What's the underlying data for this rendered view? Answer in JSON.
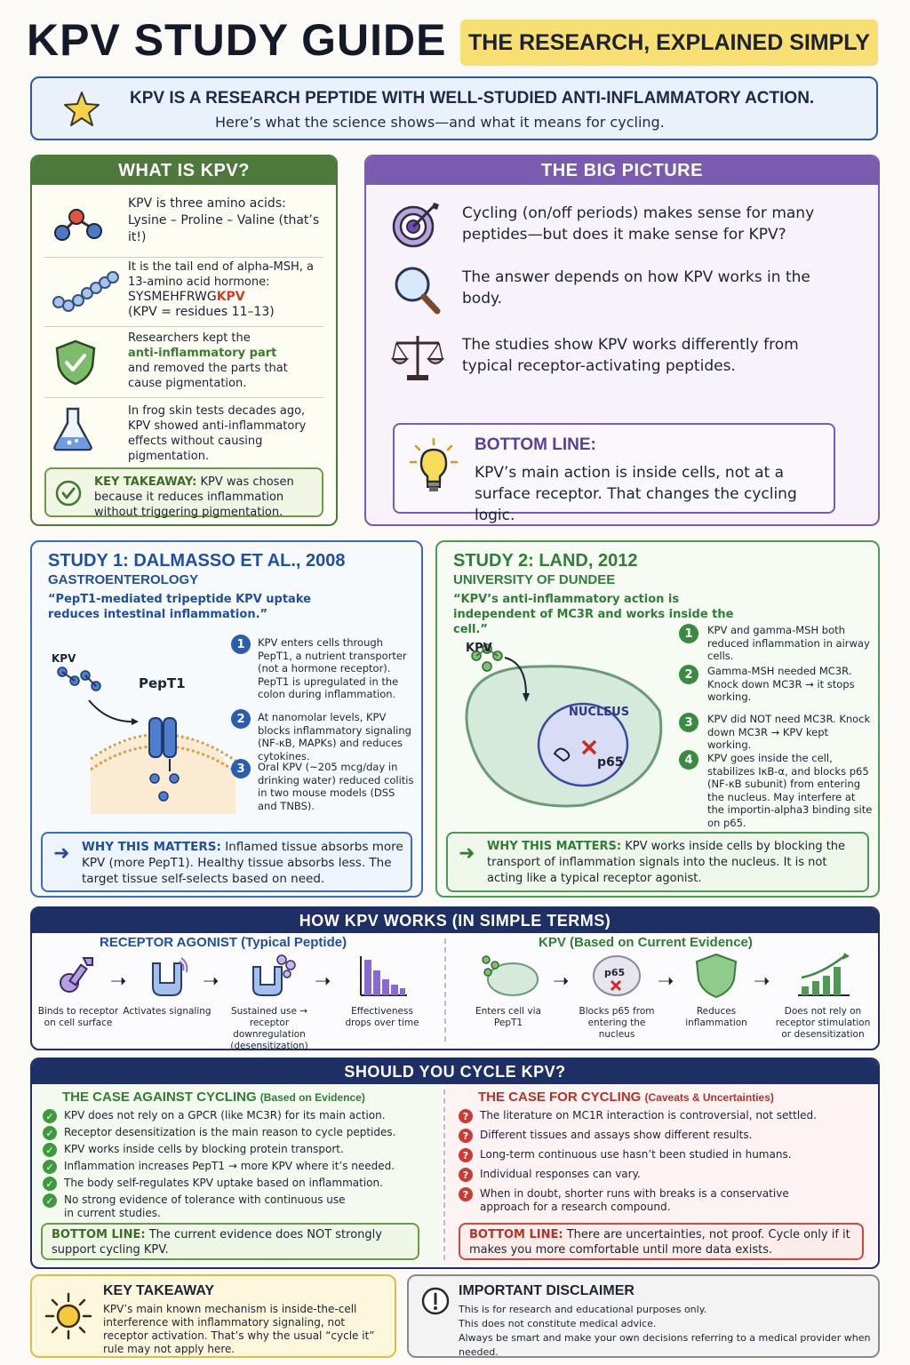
{
  "header": {
    "title": "KPV STUDY GUIDE",
    "tag": "THE RESEARCH, EXPLAINED SIMPLY",
    "intro_line1": "KPV IS A RESEARCH PEPTIDE WITH WELL-STUDIED ANTI-INFLAMMATORY ACTION.",
    "intro_line2": "Here’s what the science shows—and what it means for cycling."
  },
  "what": {
    "heading": "WHAT IS KPV?",
    "row1": "KPV is three amino acids: Lysine – Proline – Valine (that’s it!)",
    "row2_a": "It is the tail end of alpha-MSH, a 13-amino acid hormone:",
    "row2_seq": "SYSMEHFRWG",
    "row2_kpv": "KPV",
    "row2_b": "(KPV = residues 11–13)",
    "row3_a": "Researchers kept the",
    "row3_hl": "anti-inflammatory part",
    "row3_b": "and removed the parts that cause pigmentation.",
    "row4": "In frog skin tests decades ago, KPV showed anti-inflammatory effects without causing pigmentation.",
    "takeaway_label": "KEY TAKEAWAY:",
    "takeaway_text": "KPV was chosen because it reduces inflammation without triggering pigmentation."
  },
  "big": {
    "heading": "THE BIG PICTURE",
    "item1": "Cycling (on/off periods) makes sense for many peptides—but does it make sense for KPV?",
    "item2": "The answer depends on how KPV works in the body.",
    "item3": "The studies show KPV works differently from typical receptor-activating peptides.",
    "bottom_label": "BOTTOM LINE:",
    "bottom_text": "KPV’s main action is inside cells, not at a surface receptor. That changes the cycling logic."
  },
  "study1": {
    "title": "STUDY 1: DALMASSO ET AL., 2008",
    "subtitle": "GASTROENTEROLOGY",
    "quote": "“PepT1-mediated tripeptide KPV uptake reduces intestinal inflammation.”",
    "kpv_label": "KPV",
    "pept1_label": "PepT1",
    "step1": "KPV enters cells through PepT1, a nutrient transporter (not a hormone receptor). PepT1 is upregulated in the colon during inflammation.",
    "step2": "At nanomolar levels, KPV blocks inflammatory signaling (NF-κB, MAPKs) and reduces cytokines.",
    "step3": "Oral KPV (~205 mcg/day in drinking water) reduced colitis in two mouse models (DSS and TNBS).",
    "why_label": "WHY THIS MATTERS:",
    "why_text": "Inflamed tissue absorbs more KPV (more PepT1). Healthy tissue absorbs less. The target tissue self-selects based on need."
  },
  "study2": {
    "title": "STUDY 2: LAND, 2012",
    "subtitle": "UNIVERSITY OF DUNDEE",
    "quote": "“KPV’s anti-inflammatory action is independent of MC3R and works inside the cell.”",
    "kpv_label": "KPV",
    "nucleus_label": "NUCLEUS",
    "p65_label": "p65",
    "step1": "KPV and gamma-MSH both reduced inflammation in airway cells.",
    "step2": "Gamma-MSH needed MC3R. Knock down MC3R → it stops working.",
    "step3": "KPV did NOT need MC3R. Knock down MC3R → KPV kept working.",
    "step4": "KPV goes inside the cell, stabilizes IκB-α, and blocks p65 (NF-κB subunit) from entering the nucleus. May interfere at the importin-alpha3 binding site on p65.",
    "why_label": "WHY THIS MATTERS:",
    "why_text": "KPV works inside cells by blocking the transport of inflammation signals into the nucleus. It is not acting like a typical receptor agonist."
  },
  "how": {
    "heading": "HOW KPV WORKS (IN SIMPLE TERMS)",
    "left_title": "RECEPTOR AGONIST (Typical Peptide)",
    "left_steps": [
      "Binds to receptor on cell surface",
      "Activates signaling",
      "Sustained use → receptor downregulation (desensitization)",
      "Effectiveness drops over time"
    ],
    "right_title": "KPV (Based on Current Evidence)",
    "right_p65": "p65",
    "right_steps": [
      "Enters cell via PepT1",
      "Blocks p65 from entering the nucleus",
      "Reduces inflammation",
      "Does not rely on receptor stimulation or desensitization"
    ]
  },
  "cycle": {
    "heading": "SHOULD YOU CYCLE KPV?",
    "against_title": "THE CASE AGAINST CYCLING",
    "against_sub": "(Based on Evidence)",
    "against": [
      "KPV does not rely on a GPCR (like MC3R) for its main action.",
      "Receptor desensitization is the main reason to cycle peptides.",
      "KPV works inside cells by blocking protein transport.",
      "Inflammation increases PepT1 → more KPV where it’s needed.",
      "The body self-regulates KPV uptake based on inflammation.",
      "No strong evidence of tolerance with continuous use in current studies."
    ],
    "against_bottom_label": "BOTTOM LINE:",
    "against_bottom": "The current evidence does NOT strongly support cycling KPV.",
    "for_title": "THE CASE FOR CYCLING",
    "for_sub": "(Caveats & Uncertainties)",
    "for": [
      "The literature on MC1R interaction is controversial, not settled.",
      "Different tissues and assays show different results.",
      "Long-term continuous use hasn’t been studied in humans.",
      "Individual responses can vary.",
      "When in doubt, shorter runs with breaks is a conservative approach for a research compound."
    ],
    "for_bottom_label": "BOTTOM LINE:",
    "for_bottom": "There are uncertainties, not proof. Cycle only if it makes you more comfortable until more data exists."
  },
  "footer": {
    "kt_label": "KEY TAKEAWAY",
    "kt_text": "KPV’s main known mechanism is inside-the-cell interference with inflammatory signaling, not receptor activation. That’s why the usual “cycle it” rule may not apply here.",
    "dis_label": "IMPORTANT DISCLAIMER",
    "dis_line1": "This is for research and educational purposes only.",
    "dis_line2": "This does not constitute medical advice.",
    "dis_line3": "Always be smart and make your own decisions referring to a medical provider when needed."
  }
}
